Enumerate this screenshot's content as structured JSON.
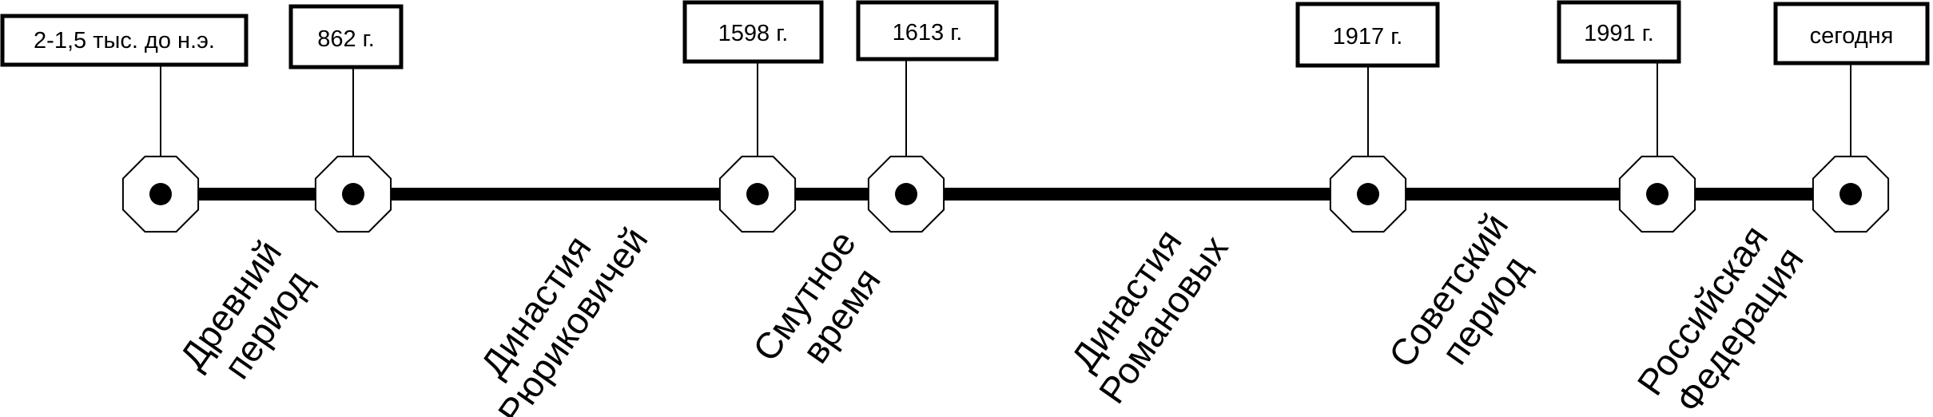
{
  "events": [
    {
      "date": "2-1,5 тыс. до н.э."
    },
    {
      "date": "862 г."
    },
    {
      "date": "1598 г."
    },
    {
      "date": "1613 г."
    },
    {
      "date": "1917 г."
    },
    {
      "date": "1991 г."
    },
    {
      "date": "сегодня"
    }
  ],
  "periods": [
    {
      "lines": [
        "Древний",
        "период"
      ]
    },
    {
      "lines": [
        "Династия",
        "Рюриковичей"
      ]
    },
    {
      "lines": [
        "Смутное",
        "время"
      ]
    },
    {
      "lines": [
        "Династия",
        "Романовых"
      ]
    },
    {
      "lines": [
        "Советский",
        "период"
      ]
    },
    {
      "lines": [
        "Российская",
        "Федерация"
      ]
    }
  ]
}
